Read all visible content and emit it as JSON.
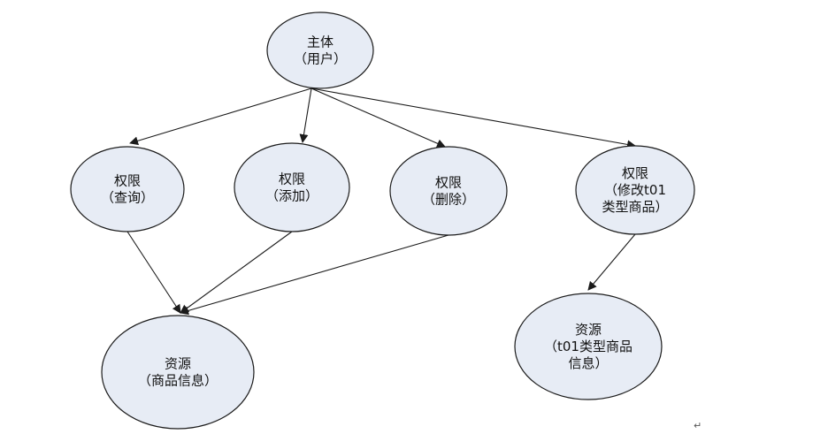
{
  "nodes": {
    "subject": {
      "lines": [
        "主体",
        "（用户）"
      ]
    },
    "p_query": {
      "lines": [
        "权限",
        "（查询）"
      ]
    },
    "p_add": {
      "lines": [
        "权限",
        "（添加）"
      ]
    },
    "p_delete": {
      "lines": [
        "权限",
        "（删除）"
      ]
    },
    "p_modify": {
      "lines": [
        "权限",
        "（修改t01",
        "类型商品）"
      ]
    },
    "r_goods": {
      "lines": [
        "资源",
        "（商品信息）"
      ]
    },
    "r_t01": {
      "lines": [
        "资源",
        "（t01类型商品",
        "信息）"
      ]
    }
  },
  "edges": [
    {
      "from": "subject",
      "to": "p_query"
    },
    {
      "from": "subject",
      "to": "p_add"
    },
    {
      "from": "subject",
      "to": "p_delete"
    },
    {
      "from": "subject",
      "to": "p_modify"
    },
    {
      "from": "p_query",
      "to": "r_goods"
    },
    {
      "from": "p_add",
      "to": "r_goods"
    },
    {
      "from": "p_delete",
      "to": "r_goods"
    },
    {
      "from": "p_modify",
      "to": "r_t01"
    }
  ],
  "paragraph_mark": "↵",
  "colors": {
    "node_fill": "#e7ecf5",
    "stroke": "#1b1b1b"
  }
}
